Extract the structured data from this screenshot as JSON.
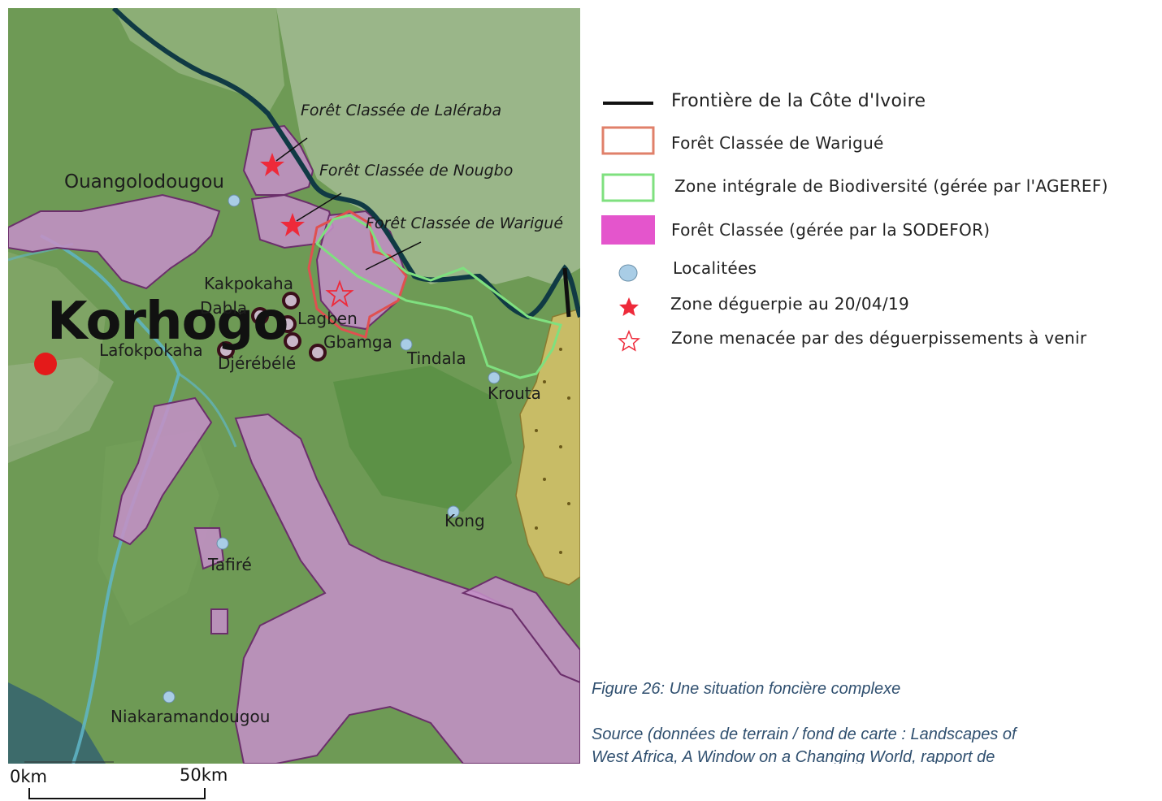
{
  "map": {
    "city_main": "Korhogo",
    "towns": {
      "ouangolodougou": "Ouangolodougou",
      "kakpokaha": "Kakpokaha",
      "dabla": "Dabla",
      "lagben": "Lagben",
      "lafokpokaha": "Lafokpokaha",
      "djerebele": "Djérébélé",
      "gbamga": "Gbamga",
      "tindala": "Tindala",
      "krouta": "Krouta",
      "kong": "Kong",
      "tafire": "Tafiré",
      "niakaramandougou": "Niakaramandougou"
    },
    "forest_labels": {
      "laleraba": "Forêt Classée de Laléraba",
      "nougbo": "Forêt Classée de Nougbo",
      "warigue": "Forêt Classée de Warigué"
    },
    "scale": {
      "zero": "0km",
      "fifty": "50km"
    },
    "colors": {
      "forest_fill": "#c38fc6",
      "forest_edge": "#6b2f6b",
      "warigue_outline": "#e05050",
      "biodiversity_outline": "#7fe07f",
      "border": "#0f0f0f",
      "locality": "#a9cde6",
      "star": "#ee2a3a"
    }
  },
  "legend": {
    "items": [
      {
        "label": "Frontière de la Côte d'Ivoire",
        "icon": "black-line-icon"
      },
      {
        "label": "Forêt Classée de Warigué",
        "icon": "red-outline-box-icon"
      },
      {
        "label": "Zone intégrale de Biodiversité (gérée par l'AGEREF)",
        "icon": "green-outline-box-icon"
      },
      {
        "label": "Forêt Classée (gérée par la SODEFOR)",
        "icon": "magenta-filled-box-icon"
      },
      {
        "label": "Localitées",
        "icon": "blue-dot-icon"
      },
      {
        "label": "Zone déguerpie au 20/04/19",
        "icon": "filled-star-icon"
      },
      {
        "label": "Zone menacée par des déguerpissements à venir",
        "icon": "outline-star-icon"
      }
    ]
  },
  "caption": {
    "figure": "Figure 26: Une situation foncière complexe",
    "source_line1": "Source (données de terrain /  fond de carte :   Landscapes of",
    "source_line2": "West Africa, A Window on a Changing World, rapport de"
  }
}
